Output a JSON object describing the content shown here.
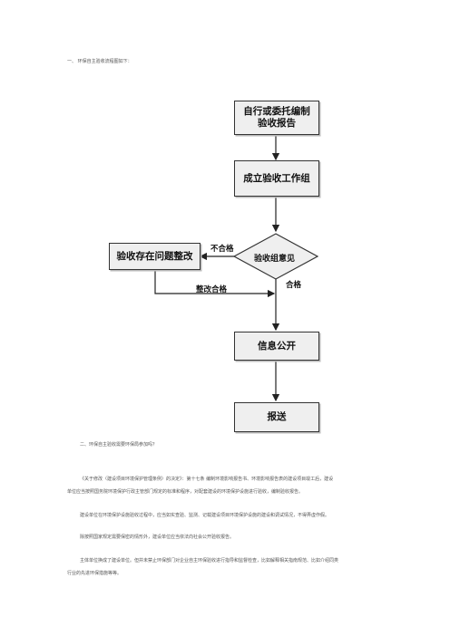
{
  "heading1": "一、 环保自主验收流程图如下：",
  "flow": {
    "step1": "自行或委托编制验收报告",
    "step2": "成立验收工作组",
    "decision": "验收组意见",
    "rectify": "验收存在问题整改",
    "publish": "信息公开",
    "submit": "报送",
    "label_fail": "不合格",
    "label_pass": "合格",
    "label_fixed": "整改合格"
  },
  "heading2": "二、环保自主验收需要环保局参加吗？",
  "paragraphs": [
    "《关于修改〈建设项目环境保护管理条例〉的决定》：第十七条  编制环境影响报告书、环境影响报告表的建设项目竣工后，建设",
    "单位应当按照国务院环境保护行政主管部门规定的标准和程序，对配套建设的环境保护设施进行验收，编制验收报告。",
    "建设单位在环境保护设施验收过程中，应当如实查验、监测、记载建设项目环境保护设施的建设和调试情况，不得弄虚作假。",
    "除按照国家规定需要保密的情形外，建设单位应当依法向社会公开验收报告。",
    "主体单位换成了建设单位。但并未禁止环保部门对企业自主环保验收进行指导和监督检查，比如解释相关指南规范、比如介绍同类",
    "行业的先进环保措施等等。"
  ]
}
